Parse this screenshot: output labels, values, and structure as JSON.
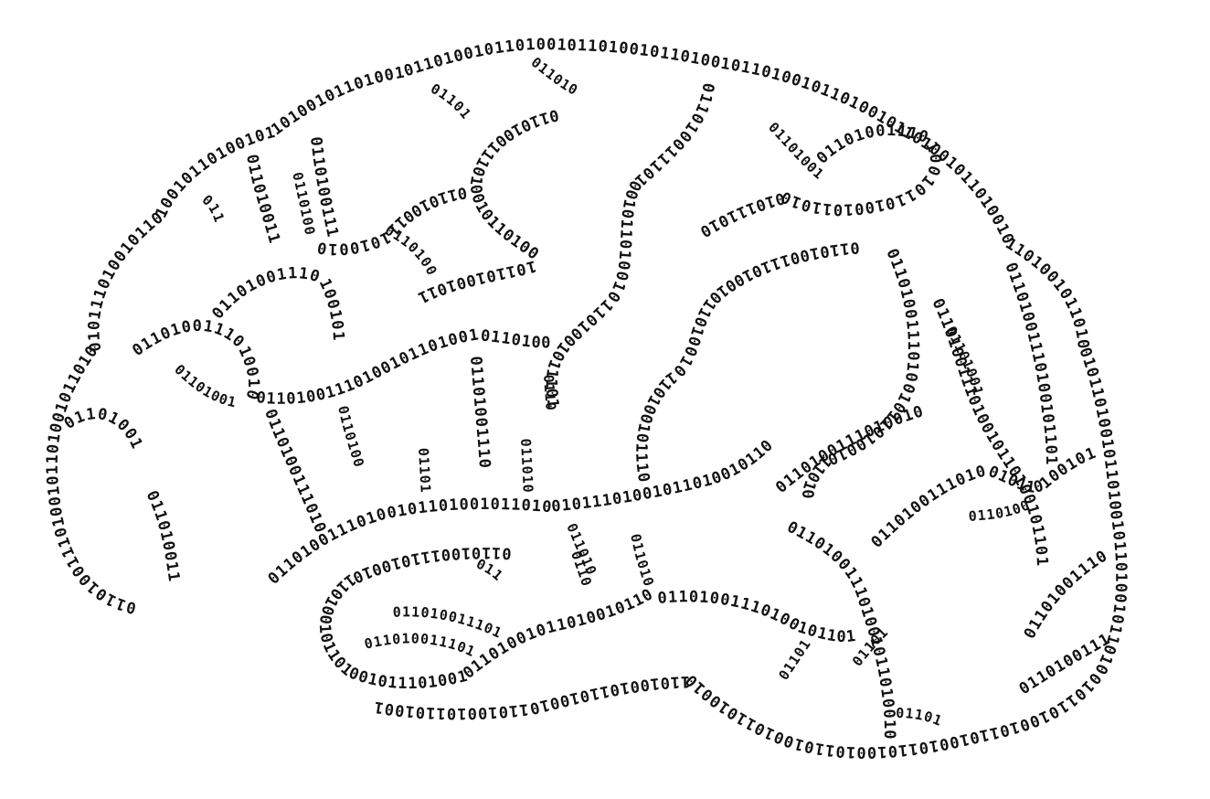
{
  "illustration": {
    "subject": "brain",
    "style": "binary-digit outline",
    "ink_color": "#111111",
    "background_color": "#ffffff",
    "digit_pattern": "0110100111010010110100101101001011101001011010010110100101101001011010010110100101101001011010010110100101101001011010010110100101101001011010010110100101101001011010010110100101101001011010010110100101101001011010010110100101101001011010010110100101101001"
  }
}
